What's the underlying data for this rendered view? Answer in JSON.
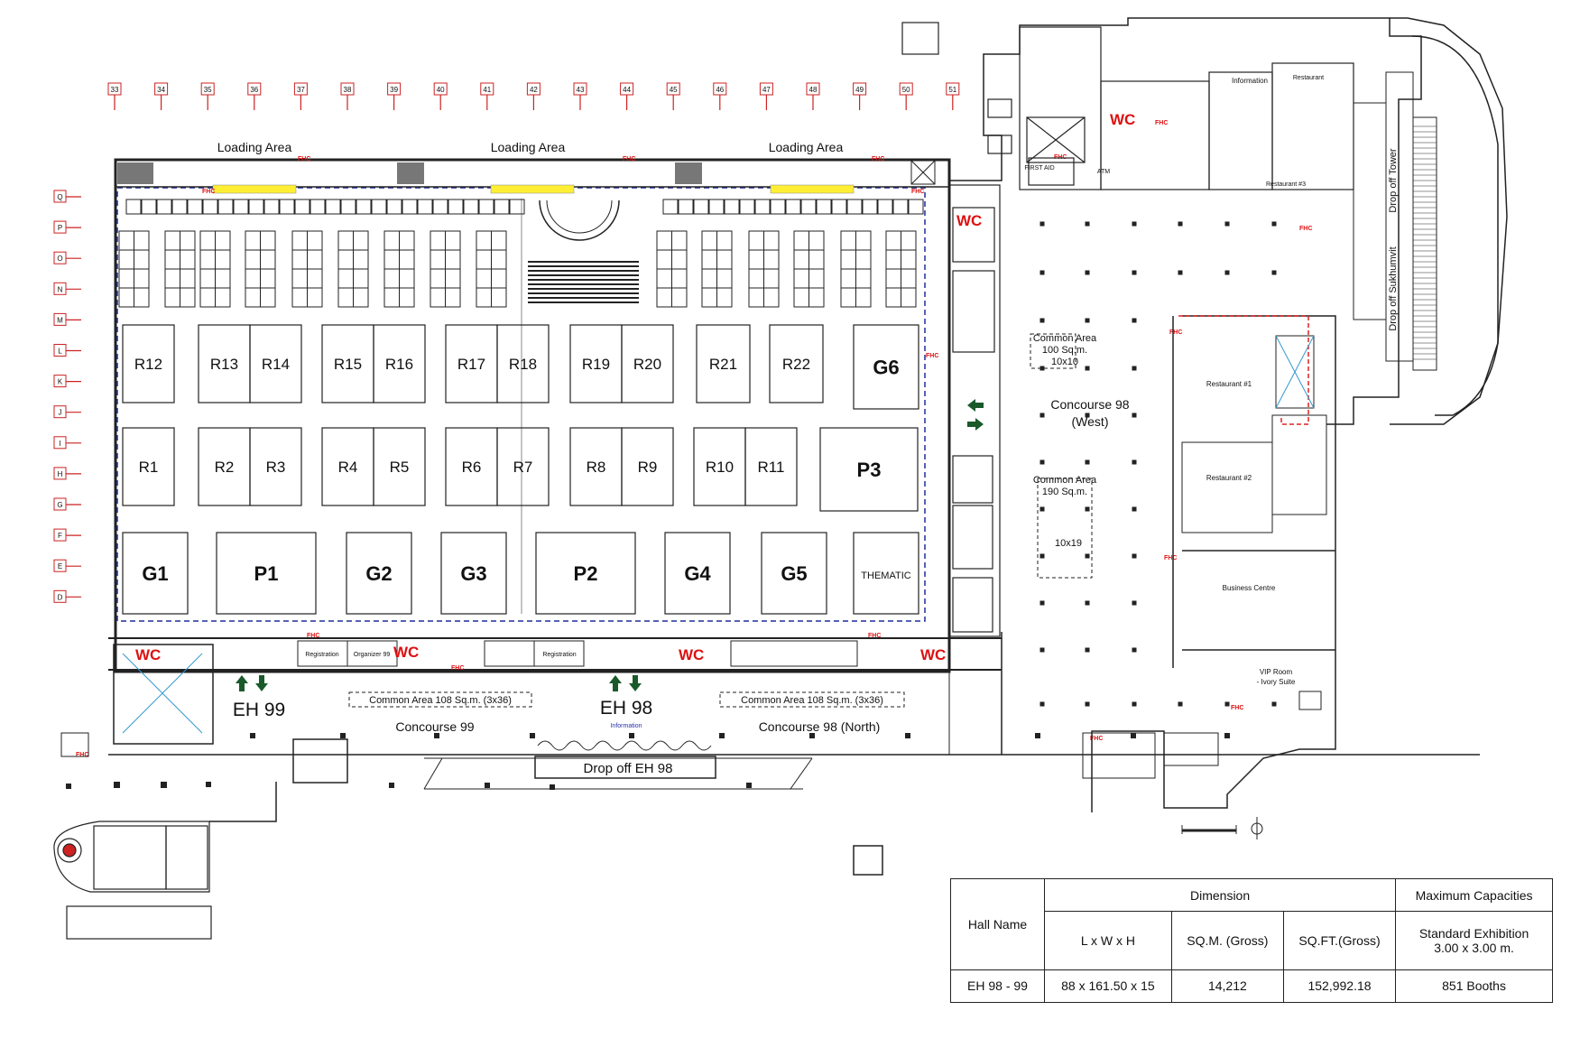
{
  "columns": [
    "33",
    "34",
    "35",
    "36",
    "37",
    "38",
    "39",
    "40",
    "41",
    "42",
    "43",
    "44",
    "45",
    "46",
    "47",
    "48",
    "49",
    "50",
    "51"
  ],
  "rows": [
    "Q",
    "P",
    "O",
    "N",
    "M",
    "L",
    "K",
    "J",
    "I",
    "H",
    "G",
    "F",
    "E",
    "D"
  ],
  "loading_area": "Loading Area",
  "booths": {
    "r12": "R12",
    "r13": "R13",
    "r14": "R14",
    "r15": "R15",
    "r16": "R16",
    "r17": "R17",
    "r18": "R18",
    "r19": "R19",
    "r20": "R20",
    "r21": "R21",
    "r22": "R22",
    "g6": "G6",
    "r1": "R1",
    "r2": "R2",
    "r3": "R3",
    "r4": "R4",
    "r5": "R5",
    "r6": "R6",
    "r7": "R7",
    "r8": "R8",
    "r9": "R9",
    "r10": "R10",
    "r11": "R11",
    "p3": "P3",
    "g1": "G1",
    "p1": "P1",
    "g2": "G2",
    "g3": "G3",
    "p2": "P2",
    "g4": "G4",
    "g5": "G5",
    "thematic": "THEMATIC"
  },
  "halls": {
    "eh99": "EH 99",
    "eh98": "EH 98"
  },
  "common_area_108": "Common Area 108 Sq.m. (3x36)",
  "concourse99": "Concourse 99",
  "concourse98_north": "Concourse 98 (North)",
  "drop_off_eh98": "Drop off EH 98",
  "information": "Information",
  "concourse98_west_1": "Concourse 98",
  "concourse98_west_2": "(West)",
  "common_area_100": {
    "l1": "Common Area",
    "l2": "100 Sq.m.",
    "l3": "10x10"
  },
  "common_area_190": {
    "l1": "Common Area",
    "l2": "190 Sq.m.",
    "l3": "10x19"
  },
  "restaurant1": "Restaurant #1",
  "restaurant2": "Restaurant #2",
  "restaurant_top": "Restaurant",
  "restaurant_bottom": "Restaurant #3",
  "business_centre": "Business Centre",
  "vip_room": {
    "l1": "VIP Room",
    "l2": "- Ivory Suite"
  },
  "drop_off_tower": "Drop off Tower",
  "drop_off_sukhumvit": "Drop off Sukhumvit",
  "wc": "WC",
  "fhc": "FHC",
  "first_aid": "FIRST AID",
  "atm": "ATM",
  "registration": "Registration",
  "organizer": "Organizer 99",
  "table": {
    "hall_name": "Hall Name",
    "dimension": "Dimension",
    "max_cap": "Maximum  Capacities",
    "lwh": "L x W x H",
    "sqm": "SQ.M. (Gross)",
    "sqft": "SQ.FT.(Gross)",
    "std_1": "Standard Exhibition",
    "std_2": "3.00 x 3.00 m.",
    "row_hall": "EH 98 - 99",
    "row_lwh": "88 x 161.50 x 15",
    "row_sqm": "14,212",
    "row_sqft": "152,992.18",
    "row_booths": "851 Booths"
  },
  "colors": {
    "axis_red": "#cc2222",
    "fhc_red": "#dd1111",
    "hall_dash": "#1f2f9a",
    "loading_yellow": "#ffee33",
    "line": "#222222"
  }
}
